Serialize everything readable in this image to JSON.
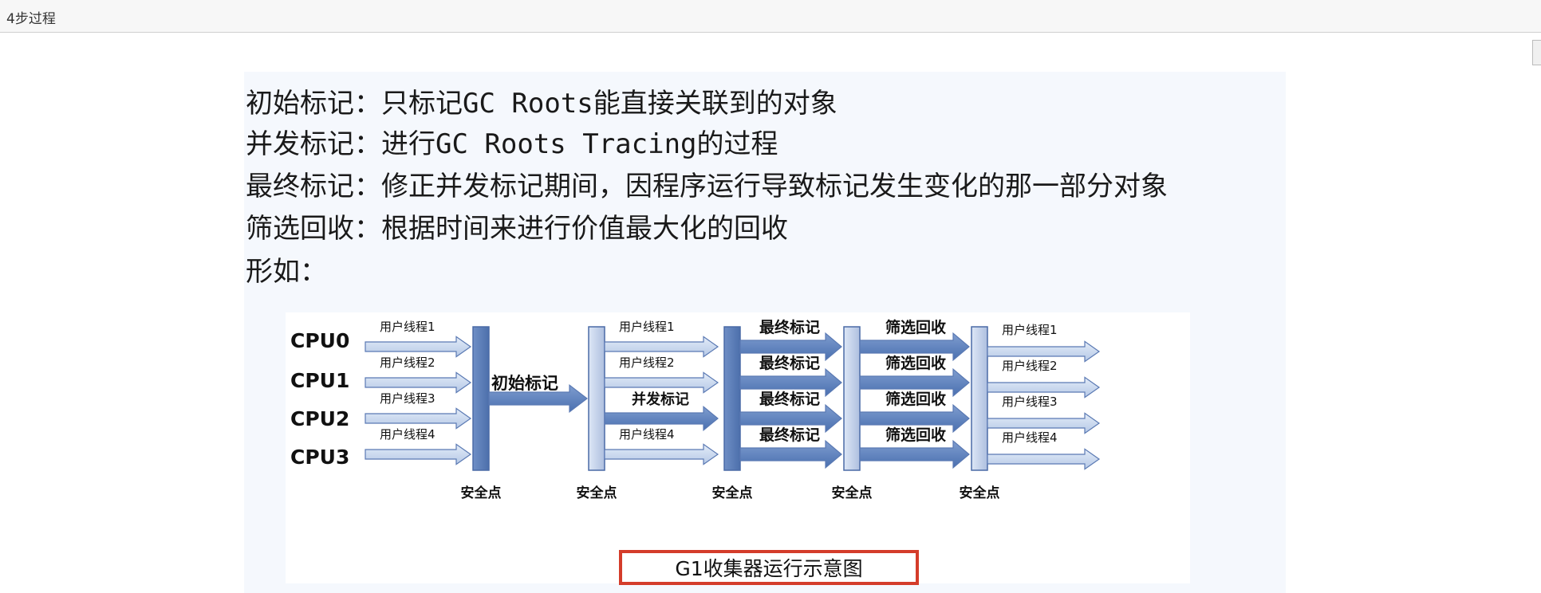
{
  "window": {
    "title": "4步过程"
  },
  "text_lines": [
    "初始标记：只标记GC Roots能直接关联到的对象",
    "并发标记：进行GC Roots Tracing的过程",
    "最终标记：修正并发标记期间，因程序运行导致标记发生变化的那一部分对象",
    "筛选回收：根据时间来进行价值最大化的回收",
    "形如："
  ],
  "diagram": {
    "cpus": [
      "CPU0",
      "CPU1",
      "CPU2",
      "CPU3"
    ],
    "user_threads": [
      "用户线程1",
      "用户线程2",
      "用户线程3",
      "用户线程4"
    ],
    "initial_mark": "初始标记",
    "concurrent_mark": "并发标记",
    "final_mark": "最终标记",
    "filter_recycle": "筛选回收",
    "safepoint": "安全点",
    "caption": "G1收集器运行示意图"
  }
}
